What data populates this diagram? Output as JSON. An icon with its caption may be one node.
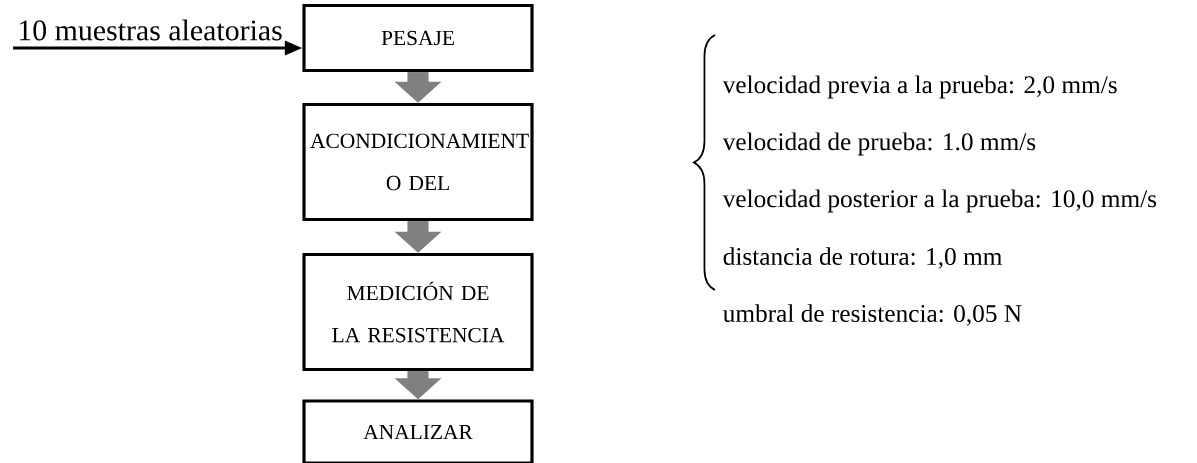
{
  "diagram": {
    "nodes": [
      {
        "text": [
          "10 muestras aleatorias"
        ]
      },
      {
        "text": [
          "PESAJE"
        ]
      },
      {
        "text": [
          "ACONDICIONAMIENT O DEL"
        ]
      },
      {
        "text": [
          "MEDICIÓN DE LA RESISTENCIA"
        ]
      },
      {
        "text": [
          "ANALIZAR"
        ]
      }
    ],
    "edges": [
      {
        "from": 0,
        "to": 1,
        "arrow": "to",
        "color": "#000000"
      },
      {
        "from": 1,
        "to": 2,
        "arrow": "to"
      },
      {
        "from": 2,
        "to": 3,
        "arrow": "to"
      },
      {
        "from": 3,
        "to": 4,
        "arrow": "to"
      }
    ],
    "labels": [
      "velocidad previa a la prueba: 2,0 mm/s",
      "velocidad de prueba: 1.0 mm/s",
      "velocidad posterior a la prueba: 10,0 mm/s",
      "distancia de rotura: 1,0 mm",
      "umbral de resistencia: 0,05 N"
    ]
  }
}
